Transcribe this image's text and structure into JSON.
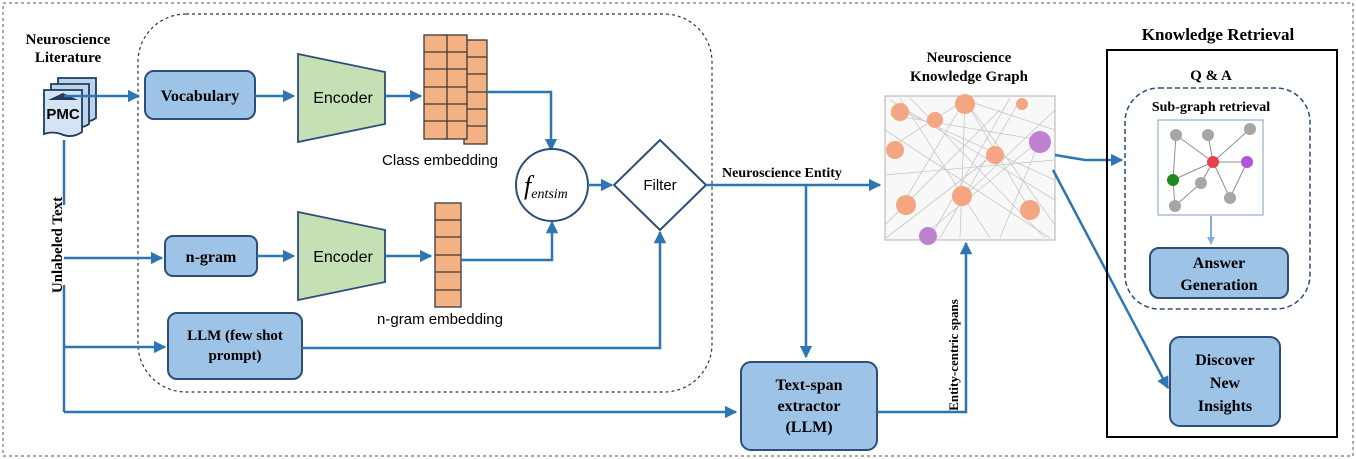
{
  "source": {
    "title_line1": "Neuroscience",
    "title_line2": "Literature",
    "icon_label": "PMC"
  },
  "side_label": "Unlabeled Text",
  "nodes": {
    "vocabulary": "Vocabulary",
    "encoder_top": "Encoder",
    "class_embedding": "Class embedding",
    "fentsim_f": "f",
    "fentsim_sub": "entsim",
    "filter": "Filter",
    "ngram": "n-gram",
    "encoder_bottom": "Encoder",
    "ngram_embedding": "n-gram embedding",
    "llm_line1": "LLM (few shot",
    "llm_line2": "prompt)",
    "textspan_line1": "Text-span",
    "textspan_line2": "extractor",
    "textspan_line3": "(LLM)"
  },
  "edge_labels": {
    "neuro_entity": "Neuroscience Entity",
    "entity_spans": "Entity-centric spans"
  },
  "kg": {
    "title_line1": "Neuroscience",
    "title_line2": "Knowledge Graph"
  },
  "retrieval": {
    "title": "Knowledge Retrieval",
    "qa": "Q & A",
    "subgraph": "Sub-graph retrieval",
    "answer_line1": "Answer",
    "answer_line2": "Generation",
    "discover_line1": "Discover",
    "discover_line2": "New",
    "discover_line3": "Insights"
  },
  "colors": {
    "block_fill": "#9dc3e6",
    "block_stroke": "#2e4d78",
    "encoder_fill": "#c5e0b4",
    "embedding_fill": "#f4b183",
    "arrow": "#2e75b6",
    "node_orange": "#f4a582",
    "node_purple": "#c080d0",
    "node_red": "#e8404a",
    "node_green": "#1e8a1e",
    "node_violet": "#b054e0",
    "node_grey": "#a6a6a6"
  }
}
